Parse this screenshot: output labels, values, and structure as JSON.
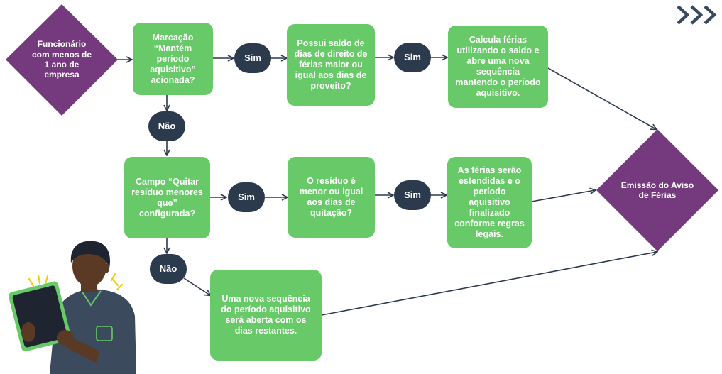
{
  "colors": {
    "green": "#67c967",
    "purple": "#743a7d",
    "navy": "#2c3a4d",
    "line": "#2c3a4d"
  },
  "nodes": {
    "start": "Funcionário\ncom menos de\n1 ano de\nempresa",
    "q_marcacao": "Marcação\n“Mantém\nperíodo\naquisitivo”\nacionada?",
    "q_saldo": "Possui saldo de\ndias de direito de\nférias maior ou\nigual aos dias de\nproveito?",
    "r_calcula": "Calcula férias\nutilizando o saldo e\nabre uma nova\nsequência\nmantendo o período\naquisitivo.",
    "q_campo": "Campo “Quitar\nresíduo menores\nque”\nconfigurada?",
    "q_residuo": "O resíduo é\nmenor ou igual\naos dias de\nquitação?",
    "r_estendidas": "As férias serão\nestendidas e o\nperíodo\naquisitivo\nfinalizado\nconforme regras\nlegais.",
    "r_nova": "Uma nova sequência\ndo período aquisitivo\nserá aberta com os\ndias restantes.",
    "end": "Emissão do Aviso\nde Férias"
  },
  "labels": {
    "sim": "Sim",
    "nao": "Não"
  },
  "icons": {
    "corner": "triple-chevron-right-icon",
    "person": "person-with-tablet-illustration"
  }
}
